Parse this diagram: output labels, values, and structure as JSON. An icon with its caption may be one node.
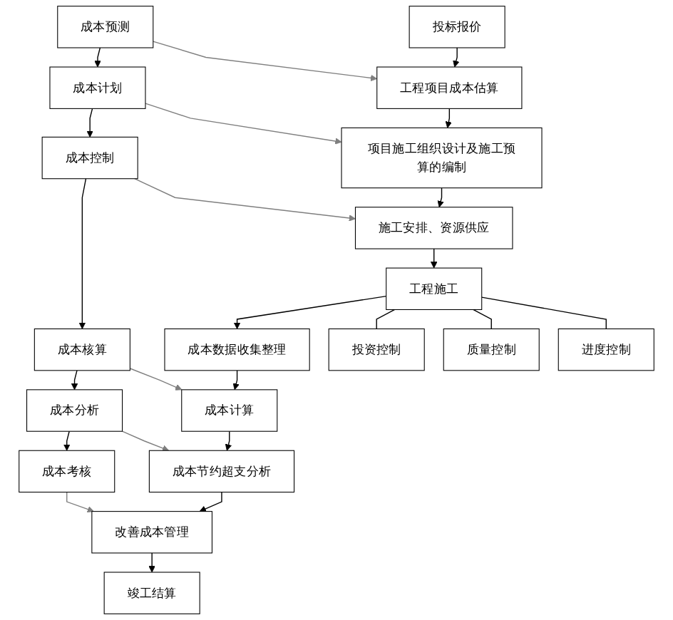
{
  "diagram": {
    "nodes": [
      {
        "text": [
          "投标报价"
        ]
      },
      {
        "text": [
          "工程项目成本估算"
        ]
      },
      {
        "text": [
          "项目施工组织设计及施工预算的编制"
        ]
      },
      {
        "text": [
          "施工安排、资源供应"
        ]
      },
      {
        "text": [
          "工程施工"
        ]
      },
      {
        "text": [
          "成本数据收集整理"
        ]
      },
      {
        "text": [
          "成本计算"
        ]
      },
      {
        "text": [
          "成本节约超支分析"
        ]
      },
      {
        "text": [
          "改善成本管理"
        ]
      },
      {
        "text": [
          "竣工结算"
        ]
      },
      {
        "text": [
          "成本预测"
        ]
      },
      {
        "text": [
          "成本计划"
        ]
      },
      {
        "text": [
          "成本控制"
        ]
      },
      {
        "text": [
          "成本核算"
        ]
      },
      {
        "text": [
          "成本分析"
        ]
      },
      {
        "text": [
          "成本考核"
        ]
      },
      {
        "text": [
          "投资控制"
        ]
      },
      {
        "text": [
          "质量控制"
        ]
      },
      {
        "text": [
          "进度控制"
        ]
      }
    ],
    "edges": [
      {
        "from": 0,
        "to": 1,
        "arrow": "to"
      },
      {
        "from": 1,
        "to": 2,
        "arrow": "to"
      },
      {
        "from": 2,
        "to": 3,
        "arrow": "to"
      },
      {
        "from": 3,
        "to": 4,
        "arrow": "to"
      },
      {
        "from": 4,
        "to": 5,
        "arrow": "to"
      },
      {
        "from": 5,
        "to": 6,
        "arrow": "to"
      },
      {
        "from": 6,
        "to": 7,
        "arrow": "to"
      },
      {
        "from": 7,
        "to": 8,
        "arrow": "to"
      },
      {
        "from": 8,
        "to": 9,
        "arrow": "to"
      },
      {
        "from": 10,
        "to": 11,
        "arrow": "to"
      },
      {
        "from": 11,
        "to": 12,
        "arrow": "to"
      },
      {
        "from": 12,
        "to": 13,
        "arrow": "to"
      },
      {
        "from": 13,
        "to": 14,
        "arrow": "to"
      },
      {
        "from": 14,
        "to": 15,
        "arrow": "to"
      },
      {
        "from": 10,
        "to": 1,
        "arrow": "to",
        "color": "#7f7f7f"
      },
      {
        "from": 11,
        "to": 2,
        "arrow": "to",
        "color": "#7f7f7f"
      },
      {
        "from": 12,
        "to": 3,
        "arrow": "to",
        "color": "#7f7f7f"
      },
      {
        "from": 13,
        "to": 6,
        "arrow": "to",
        "color": "#7f7f7f"
      },
      {
        "from": 14,
        "to": 7,
        "arrow": "to",
        "color": "#7f7f7f"
      },
      {
        "from": 15,
        "to": 8,
        "arrow": "to",
        "color": "#7f7f7f"
      },
      {
        "from": 4,
        "to": 16,
        "arrow": "none"
      },
      {
        "from": 4,
        "to": 17,
        "arrow": "none"
      },
      {
        "from": 4,
        "to": 18,
        "arrow": "none"
      }
    ]
  }
}
